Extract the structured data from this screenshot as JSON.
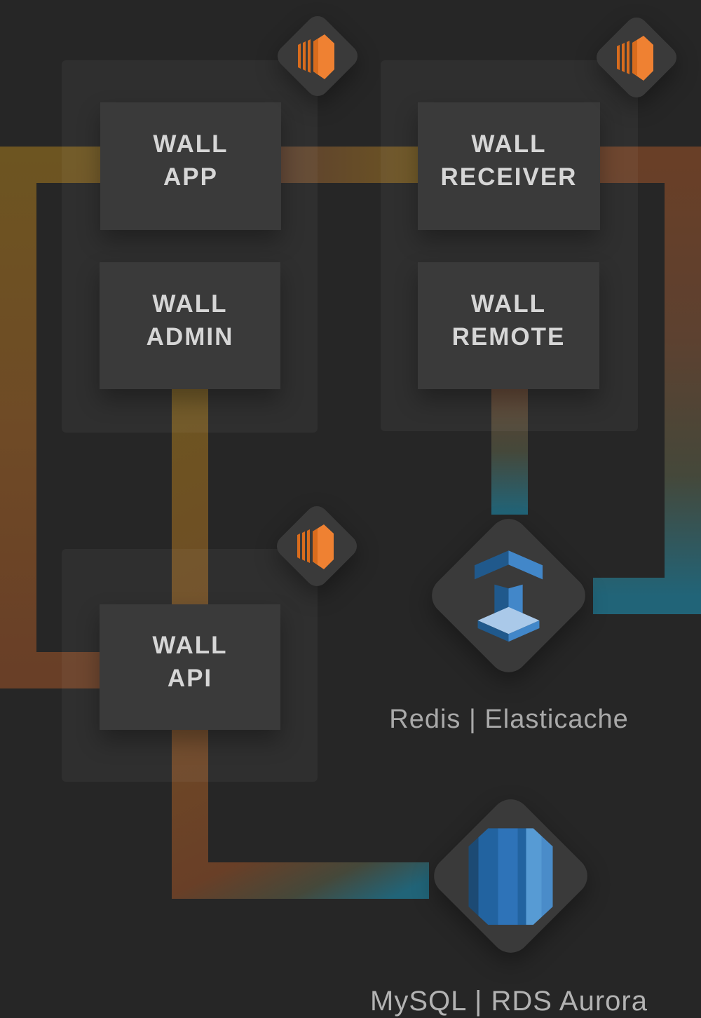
{
  "boxes": {
    "app": {
      "line1": "WALL",
      "line2": "APP"
    },
    "receiver": {
      "line1": "WALL",
      "line2": "RECEIVER"
    },
    "admin": {
      "line1": "WALL",
      "line2": "ADMIN"
    },
    "remote": {
      "line1": "WALL",
      "line2": "REMOTE"
    },
    "api": {
      "line1": "WALL",
      "line2": "API"
    }
  },
  "captions": {
    "elasticache": "Redis | Elasticache",
    "rds": "MySQL | RDS Aurora"
  },
  "icons": {
    "ec2": "aws-ec2-instance-icon",
    "elasticache": "aws-elasticache-icon",
    "rds": "aws-rds-database-icon"
  },
  "colors": {
    "background": "#262626",
    "node_box": "#3a3a3a",
    "node_text": "#d6d6d6",
    "caption_text": "#a9a9a9",
    "line_gold": "#6d5521",
    "line_gold_deep": "#6f4a26",
    "line_rust": "#693f27",
    "line_rust_dark": "#5d4130",
    "line_olive": "#45483a",
    "line_teal": "#216478",
    "aws_orange": "#ef8132",
    "aws_orange_dark": "#d96c1d",
    "blue_dark": "#20598c",
    "blue_mid": "#4287c9",
    "blue_light": "#aac9e9",
    "rds_navy": "#1c4a74",
    "rds_blue_dark": "#2263a0",
    "rds_blue": "#2e73b8",
    "rds_blue_light": "#579bd4",
    "rds_blue_mid": "#4a8cc9"
  }
}
